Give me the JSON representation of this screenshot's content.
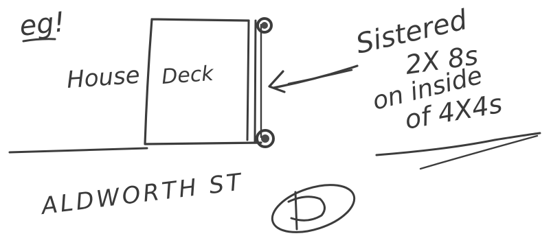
{
  "labels": {
    "eg": "eg!",
    "house": "House",
    "deck": "Deck",
    "note_line1": "Sistered",
    "note_line2": "2X 8s",
    "note_line3": "on inside",
    "note_line4": "of 4X4s",
    "street": "ALDWORTH ST"
  },
  "ink_color": "#3c3c3c"
}
